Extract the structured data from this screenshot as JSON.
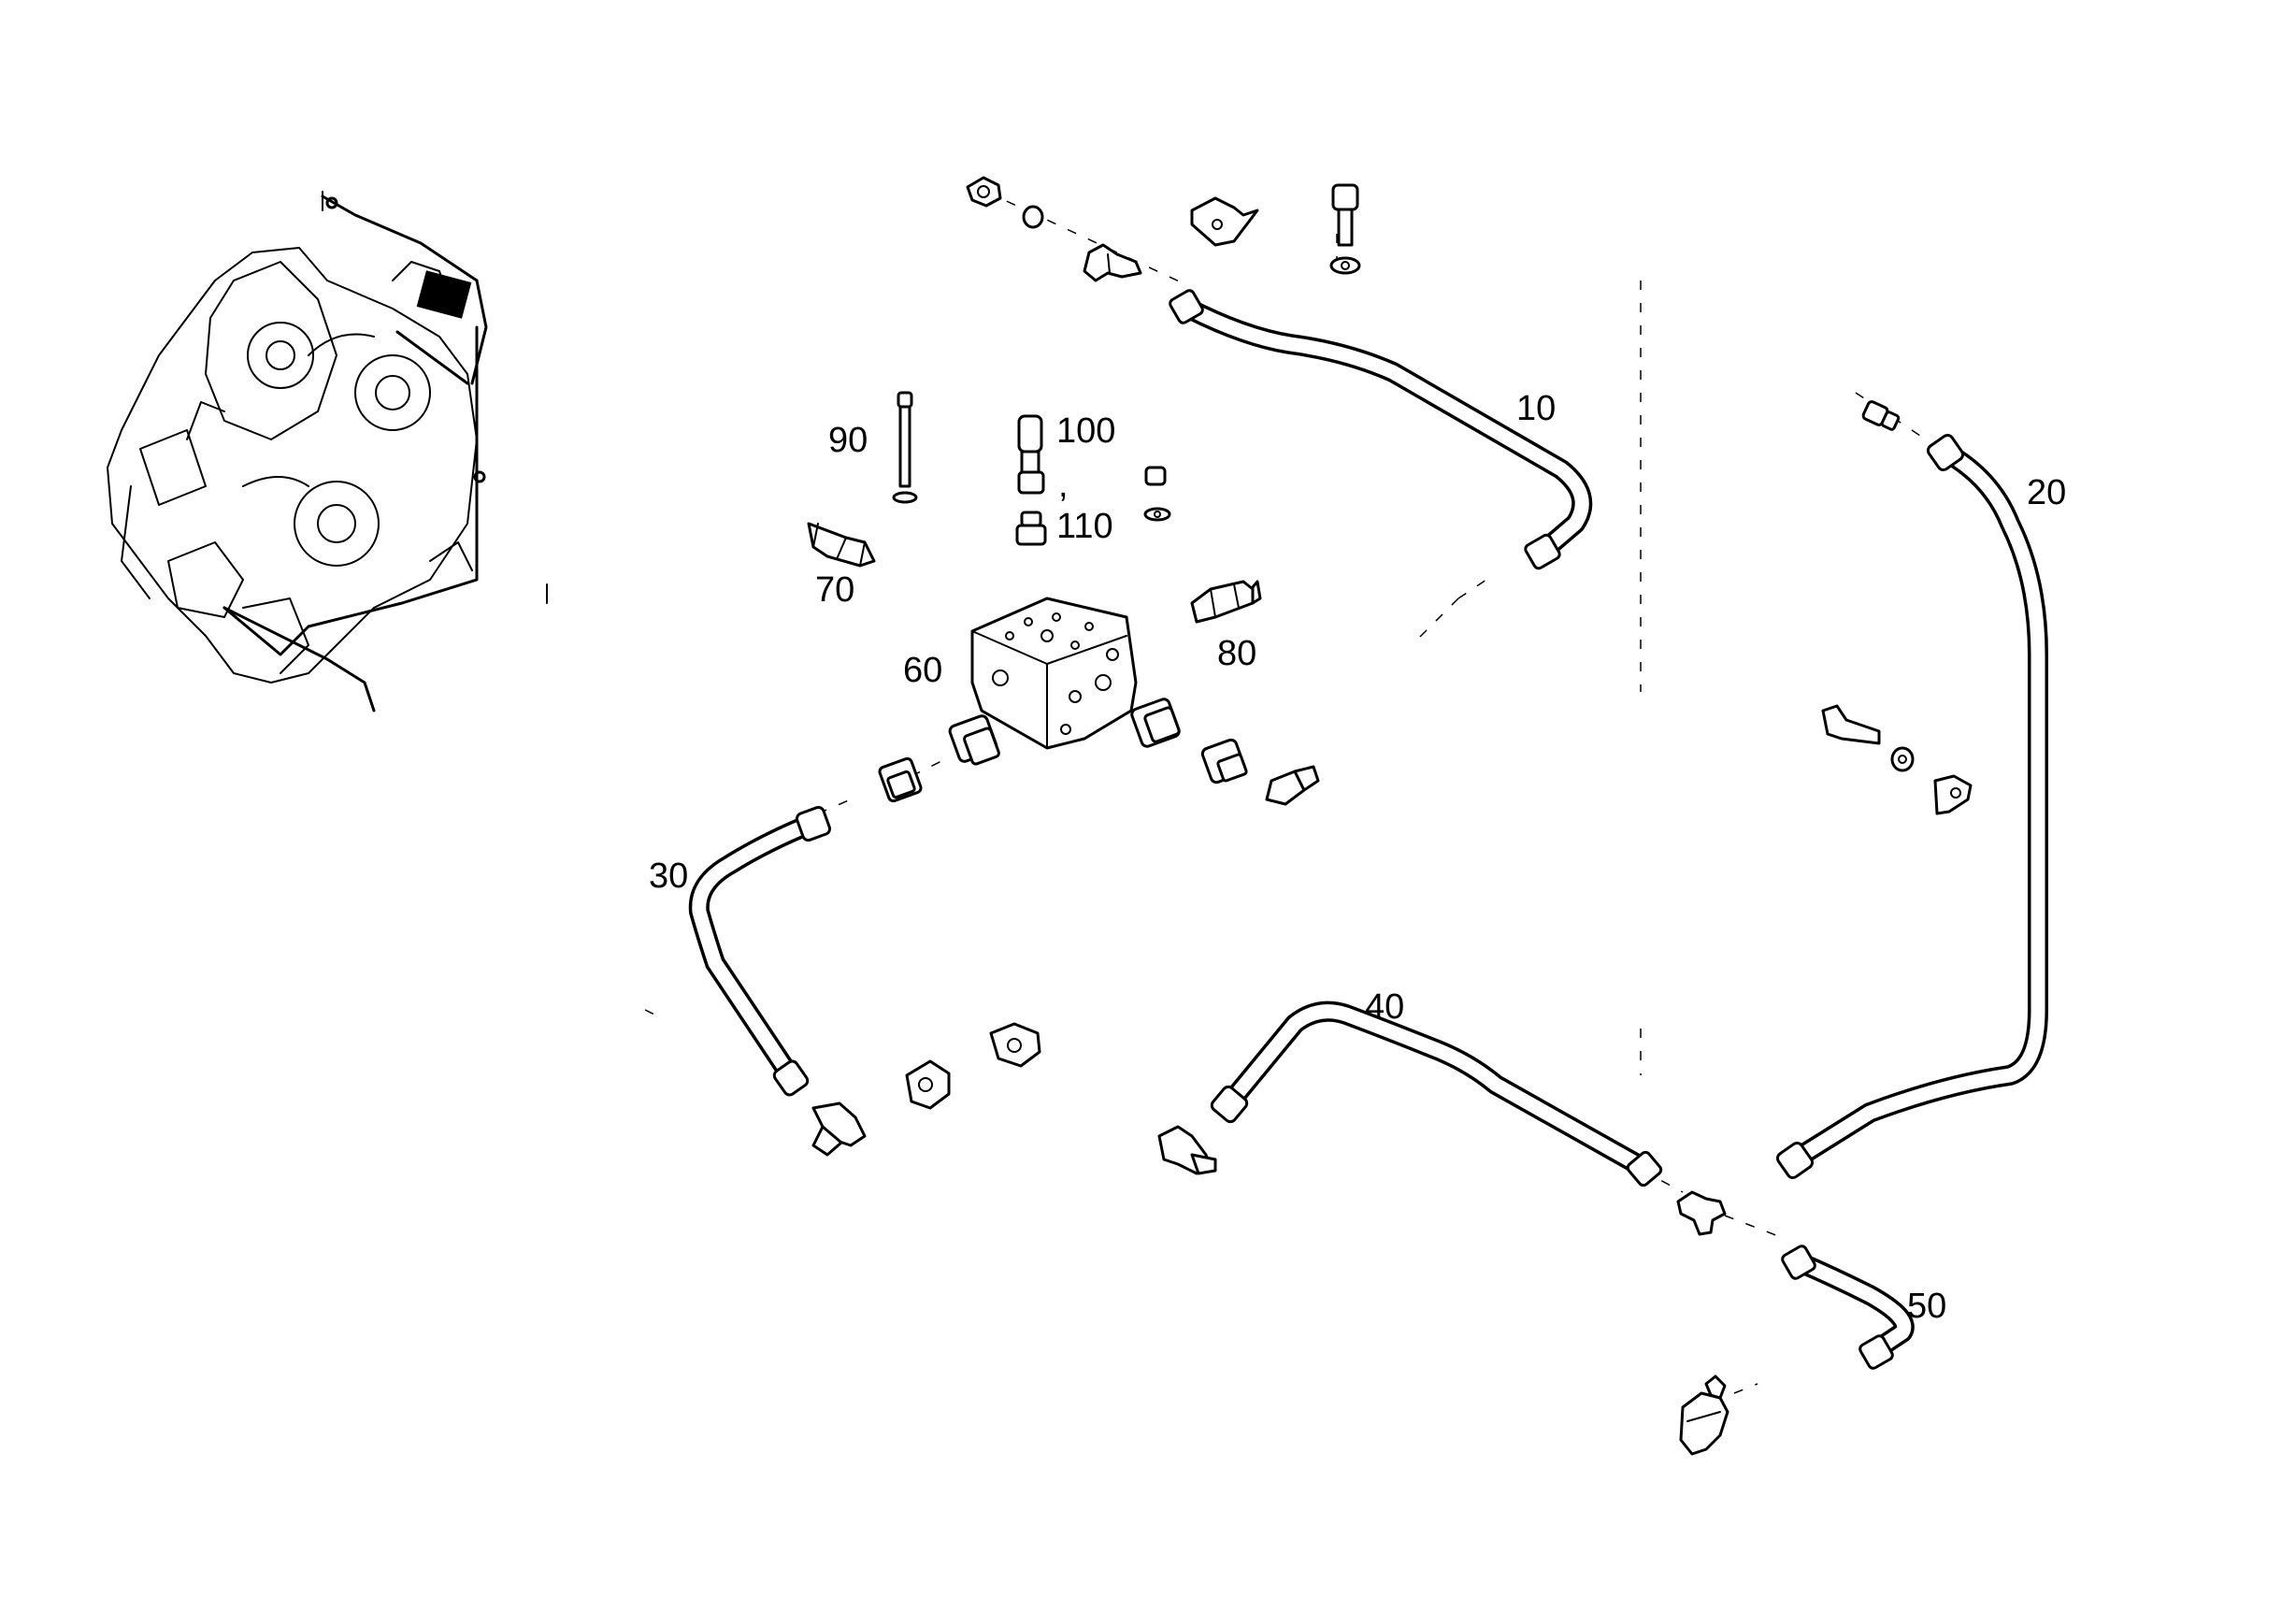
{
  "callouts": {
    "c10": "10",
    "c20": "20",
    "c30": "30",
    "c40": "40",
    "c50": "50",
    "c60": "60",
    "c70": "70",
    "c80": "80",
    "c90": "90",
    "c100": "100",
    "c100_sep": ",",
    "c110": "110"
  },
  "colors": {
    "line": "#000000",
    "background": "#ffffff"
  }
}
